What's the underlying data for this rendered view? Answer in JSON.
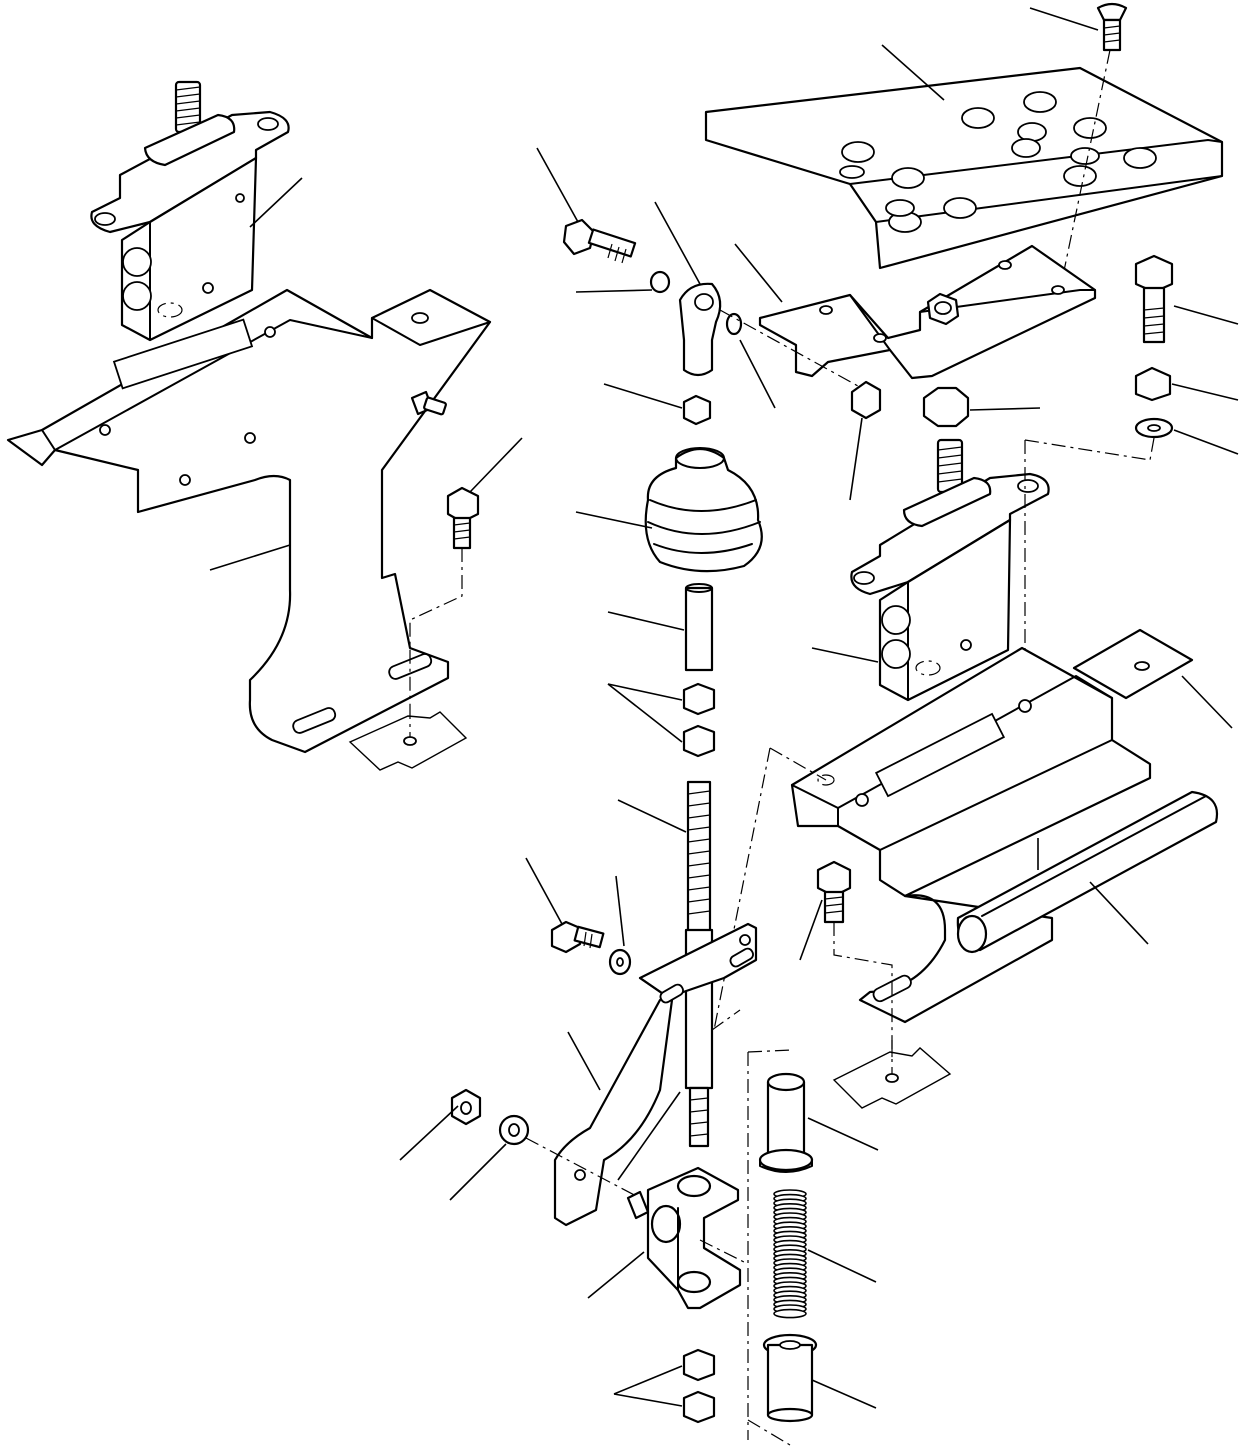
{
  "diagram": {
    "parts": [
      {
        "name": "valve-left",
        "icon": "valve-block-icon"
      },
      {
        "name": "bracket-left",
        "icon": "bracket-icon"
      },
      {
        "name": "pedal-plate",
        "icon": "pedal-plate-icon"
      },
      {
        "name": "pedal-arm",
        "icon": "pedal-arm-icon"
      },
      {
        "name": "rod-end",
        "icon": "rod-end-icon"
      },
      {
        "name": "boot",
        "icon": "rubber-boot-icon"
      },
      {
        "name": "sleeve",
        "icon": "sleeve-icon"
      },
      {
        "name": "threaded-rod",
        "icon": "threaded-rod-icon"
      },
      {
        "name": "valve-right",
        "icon": "valve-block-icon"
      },
      {
        "name": "bracket-right",
        "icon": "bracket-icon"
      },
      {
        "name": "shaft",
        "icon": "shaft-icon"
      },
      {
        "name": "lever-plate",
        "icon": "lever-plate-icon"
      },
      {
        "name": "clevis",
        "icon": "clevis-icon"
      },
      {
        "name": "spring",
        "icon": "spring-icon"
      },
      {
        "name": "bushing-top",
        "icon": "bushing-icon"
      },
      {
        "name": "bushing-bottom",
        "icon": "bushing-icon"
      }
    ],
    "colors": {
      "line": "#000000",
      "background": "#ffffff"
    }
  }
}
